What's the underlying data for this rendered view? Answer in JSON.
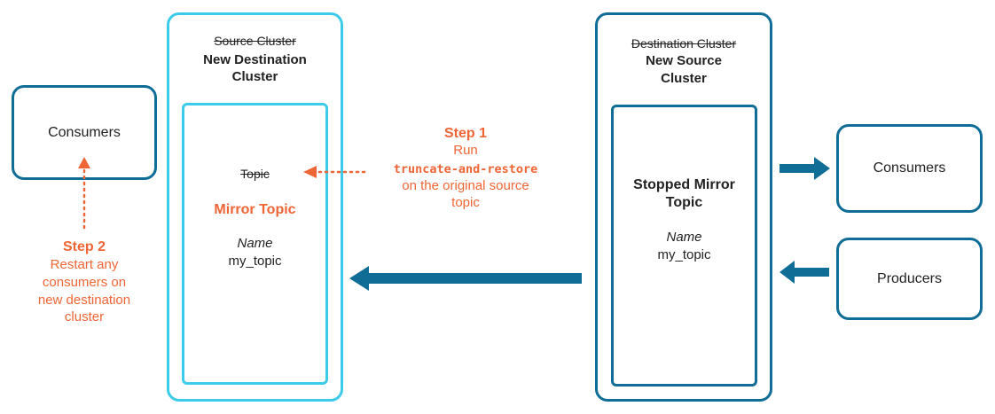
{
  "left_consumers": {
    "label": "Consumers"
  },
  "new_destination": {
    "old_title": "Source Cluster",
    "title_line1": "New Destination",
    "title_line2": "Cluster",
    "topic_old": "Topic",
    "topic_new": "Mirror Topic",
    "name_label": "Name",
    "name_value": "my_topic"
  },
  "new_source": {
    "old_title": "Destination Cluster",
    "title_line1": "New Source",
    "title_line2": "Cluster",
    "topic_line1": "Stopped Mirror",
    "topic_line2": "Topic",
    "name_label": "Name",
    "name_value": "my_topic"
  },
  "step1": {
    "title": "Step 1",
    "line1": "Run",
    "command": "truncate-and-restore",
    "line2": "on the original source",
    "line3": "topic"
  },
  "step2": {
    "title": "Step 2",
    "line1": "Restart any",
    "line2": "consumers on",
    "line3": "new destination",
    "line4": "cluster"
  },
  "right_consumers": {
    "label": "Consumers"
  },
  "right_producers": {
    "label": "Producers"
  },
  "colors": {
    "dark_border": "#0f6d96",
    "light_border": "#3ccbe9",
    "accent": "#ef6536"
  }
}
